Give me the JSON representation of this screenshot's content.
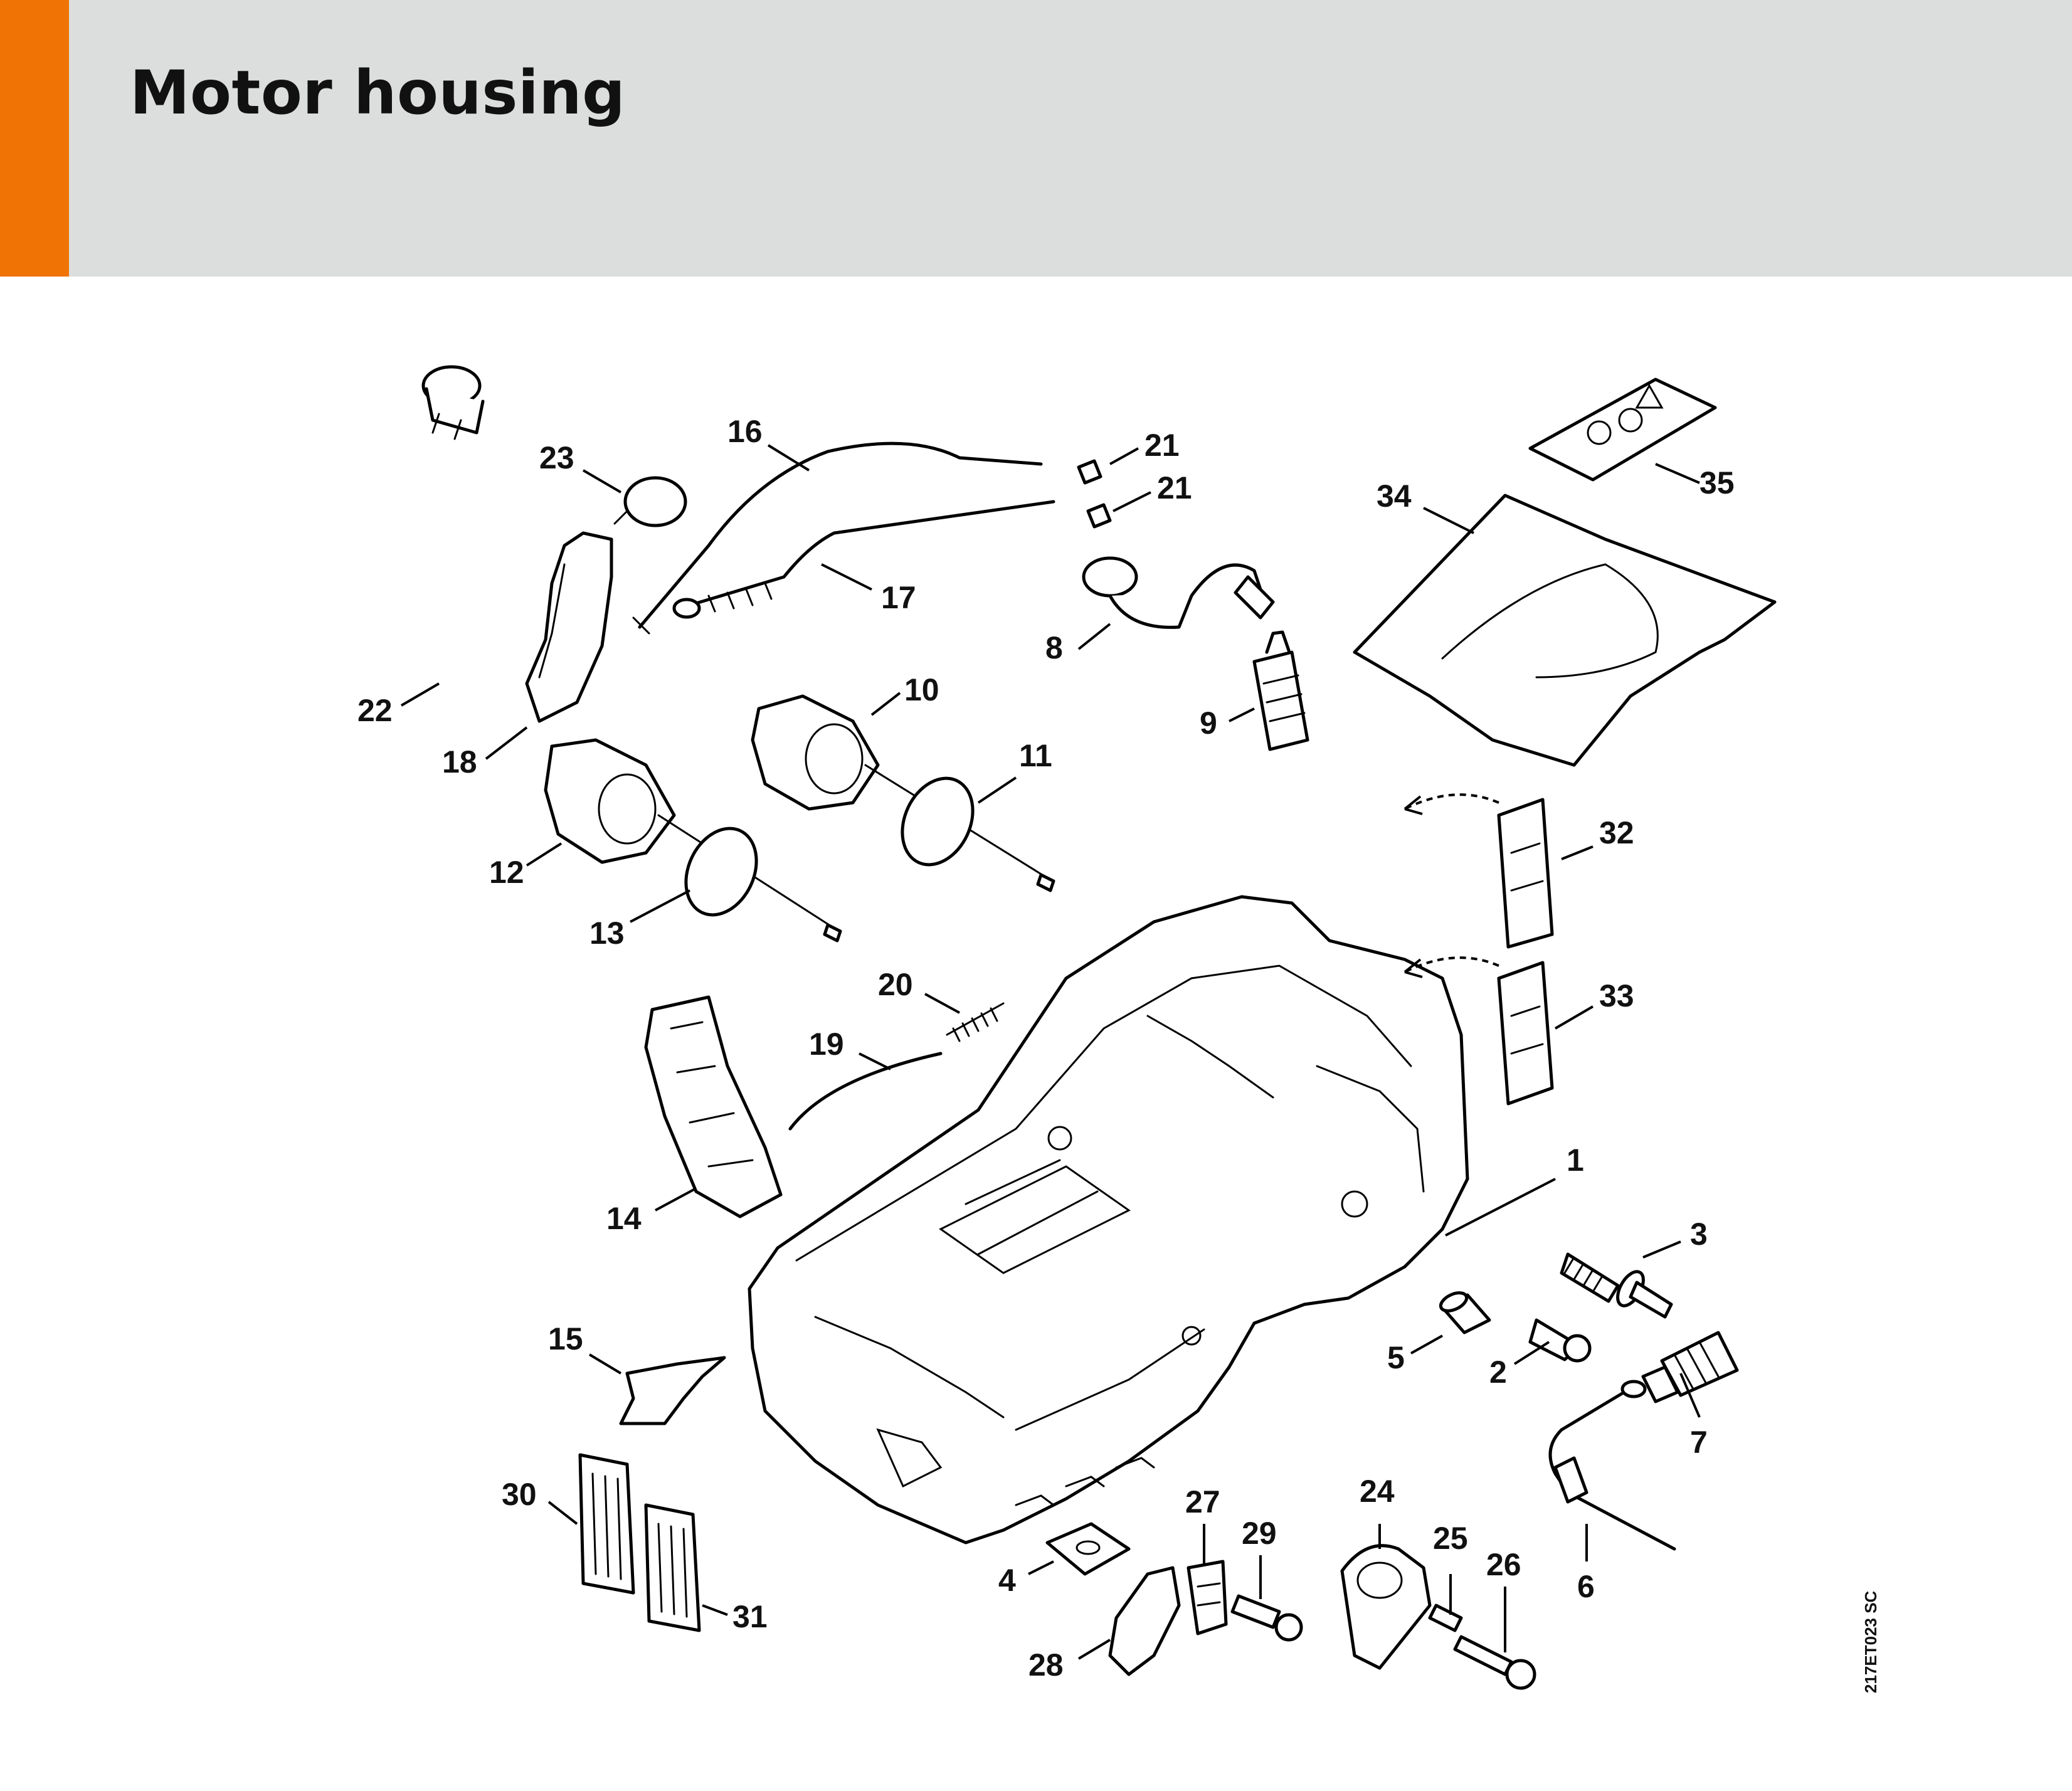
{
  "header": {
    "title": "Motor housing",
    "colors": {
      "accent": "#f07306",
      "band": "#dcdddd"
    }
  },
  "diagram": {
    "drawing_code": "217ET023 SC",
    "callouts": [
      "1",
      "2",
      "3",
      "4",
      "5",
      "6",
      "7",
      "8",
      "9",
      "10",
      "11",
      "12",
      "13",
      "14",
      "15",
      "16",
      "17",
      "18",
      "19",
      "20",
      "21",
      "21",
      "22",
      "23",
      "24",
      "25",
      "26",
      "27",
      "28",
      "29",
      "30",
      "31",
      "32",
      "33",
      "34",
      "35"
    ]
  }
}
